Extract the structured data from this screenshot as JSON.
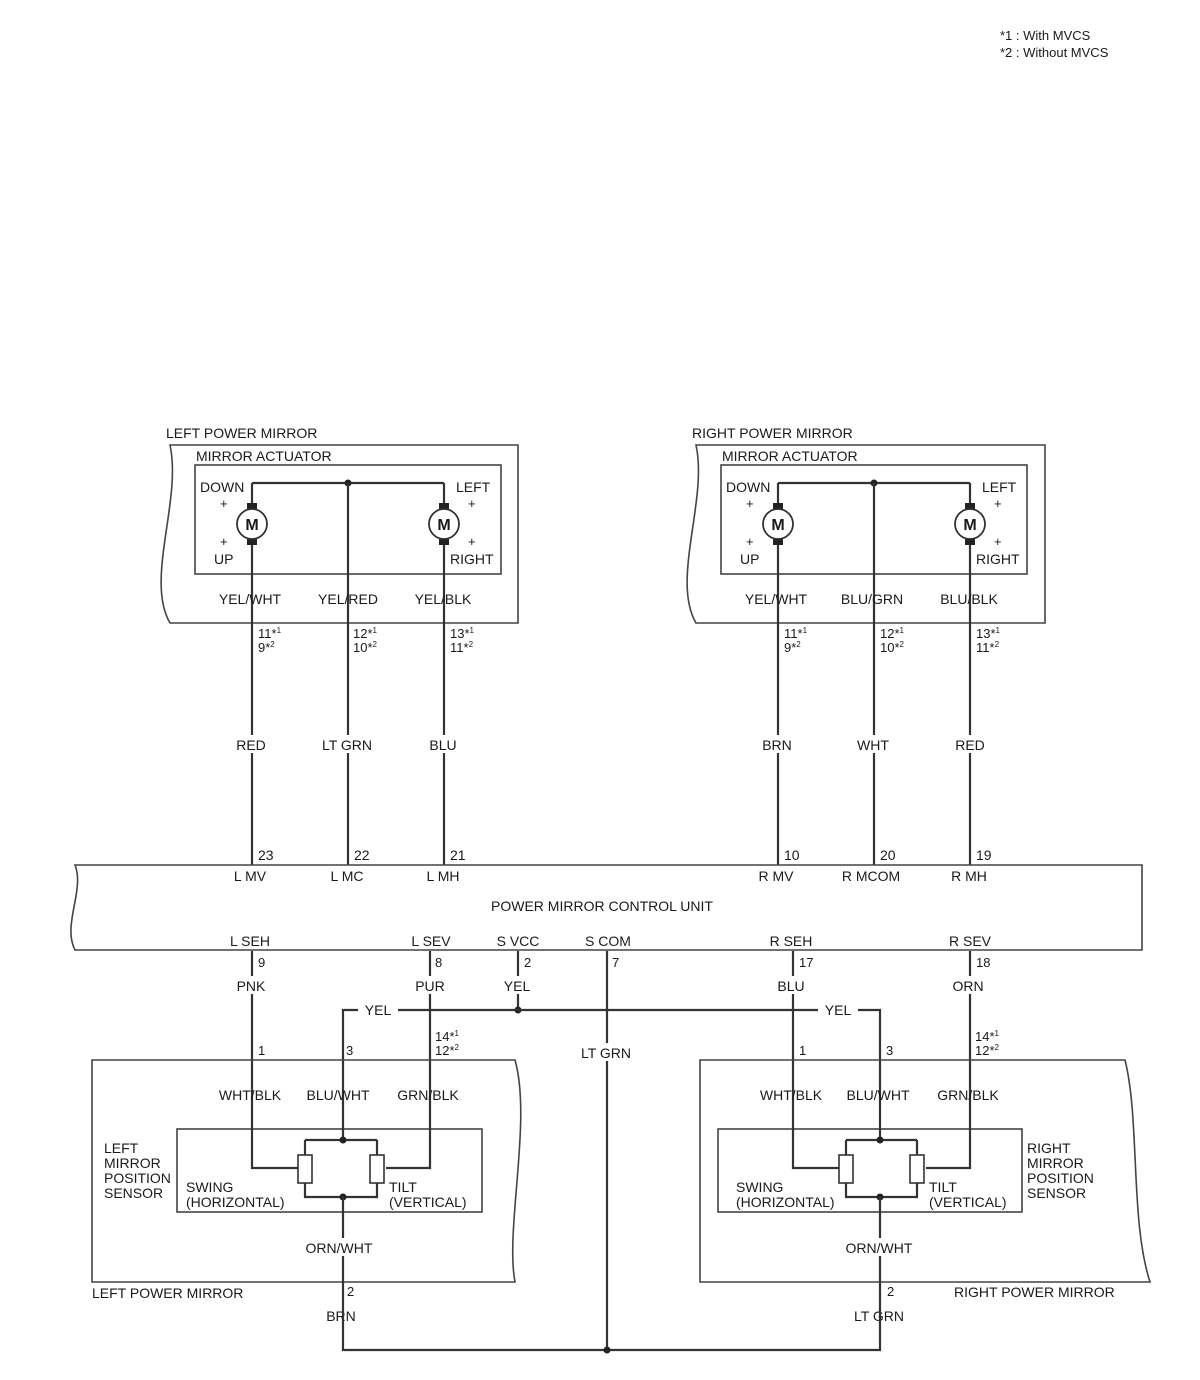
{
  "legend": {
    "note1": "*1 : With MVCS",
    "note2": "*2 : Without MVCS"
  },
  "left_mirror": {
    "title": "LEFT POWER MIRROR",
    "actuator": {
      "title": "MIRROR ACTUATOR",
      "down": "DOWN",
      "up": "UP",
      "left": "LEFT",
      "right": "RIGHT",
      "plus": "+",
      "motor": "M"
    },
    "wires": [
      "YEL/WHT",
      "YEL/RED",
      "YEL/BLK"
    ],
    "pins": [
      {
        "a": "11",
        "b": "9"
      },
      {
        "a": "12",
        "b": "10"
      },
      {
        "a": "13",
        "b": "11"
      }
    ],
    "star": "*",
    "s1": "1",
    "s2": "2",
    "harness_colors": [
      "RED",
      "LT GRN",
      "BLU"
    ]
  },
  "right_mirror": {
    "title": "RIGHT POWER MIRROR",
    "actuator": {
      "title": "MIRROR ACTUATOR",
      "down": "DOWN",
      "up": "UP",
      "left": "LEFT",
      "right": "RIGHT",
      "plus": "+",
      "motor": "M"
    },
    "wires": [
      "YEL/WHT",
      "BLU/GRN",
      "BLU/BLK"
    ],
    "pins": [
      {
        "a": "11",
        "b": "9"
      },
      {
        "a": "12",
        "b": "10"
      },
      {
        "a": "13",
        "b": "11"
      }
    ],
    "harness_colors": [
      "BRN",
      "WHT",
      "RED"
    ]
  },
  "control_unit": {
    "title": "POWER MIRROR CONTROL UNIT",
    "top_terminals": [
      {
        "pin": "23",
        "name": "L MV"
      },
      {
        "pin": "22",
        "name": "L MC"
      },
      {
        "pin": "21",
        "name": "L MH"
      },
      {
        "pin": "10",
        "name": "R MV"
      },
      {
        "pin": "20",
        "name": "R MCOM"
      },
      {
        "pin": "19",
        "name": "R MH"
      }
    ],
    "bottom_terminals": [
      {
        "pin": "9",
        "name": "L SEH",
        "color": "PNK"
      },
      {
        "pin": "8",
        "name": "L SEV",
        "color": "PUR"
      },
      {
        "pin": "2",
        "name": "S VCC",
        "color": "YEL"
      },
      {
        "pin": "7",
        "name": "S COM",
        "color": "LT GRN"
      },
      {
        "pin": "17",
        "name": "R SEH",
        "color": "BLU"
      },
      {
        "pin": "18",
        "name": "R SEV",
        "color": "ORN"
      }
    ]
  },
  "supply_bus": {
    "left_label": "YEL",
    "right_label": "YEL"
  },
  "left_sensor": {
    "title_lines": [
      "LEFT",
      "MIRROR",
      "POSITION",
      "SENSOR"
    ],
    "pins": {
      "p1": "1",
      "p3": "3",
      "pa": "14",
      "pb": "12",
      "p2": "2"
    },
    "wires": [
      "WHT/BLK",
      "BLU/WHT",
      "GRN/BLK"
    ],
    "swing": [
      "SWING",
      "(HORIZONTAL)"
    ],
    "tilt": [
      "TILT",
      "(VERTICAL)"
    ],
    "common_wire": "ORN/WHT",
    "ground_color": "BRN",
    "housing_label": "LEFT POWER MIRROR"
  },
  "right_sensor": {
    "title_lines": [
      "RIGHT",
      "MIRROR",
      "POSITION",
      "SENSOR"
    ],
    "pins": {
      "p1": "1",
      "p3": "3",
      "pa": "14",
      "pb": "12",
      "p2": "2"
    },
    "wires": [
      "WHT/BLK",
      "BLU/WHT",
      "GRN/BLK"
    ],
    "swing": [
      "SWING",
      "(HORIZONTAL)"
    ],
    "tilt": [
      "TILT",
      "(VERTICAL)"
    ],
    "common_wire": "ORN/WHT",
    "ground_color": "LT GRN",
    "housing_label": "RIGHT POWER MIRROR"
  }
}
